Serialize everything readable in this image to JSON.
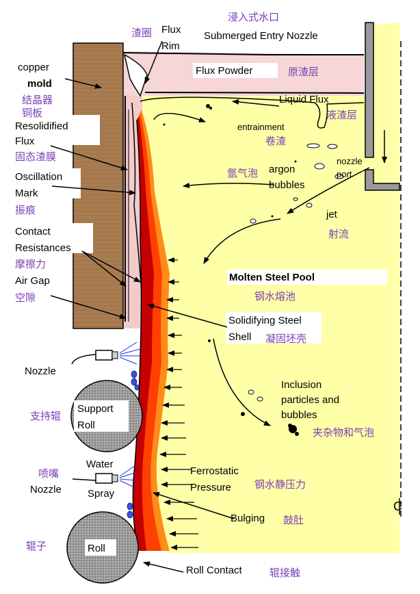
{
  "colors": {
    "pool": "#ffffa8",
    "copper": "#a97c50",
    "flux_pink": "#f6d6d6",
    "shell_dark": "#c40000",
    "shell_mid": "#ff4000",
    "shell_light": "#ff8c1a",
    "chinese_text": "#7a3fb5",
    "spray": "#2233dd",
    "roll": "#8a8a8a"
  },
  "labels": {
    "nozzle_top_zh": "浸入式水口",
    "nozzle_top_en": "Submerged Entry Nozzle",
    "flux_rim_zh": "渣圈",
    "flux_rim_en_1": "Flux",
    "flux_rim_en_2": "Rim",
    "flux_powder_en": "Flux Powder",
    "flux_powder_zh": "原渣层",
    "liquid_flux_en": "Liquid Flux",
    "liquid_flux_zh": "液渣层",
    "copper_en": "copper",
    "mold_en": "mold",
    "mold_zh_1": "结晶器",
    "mold_zh_2": "铜板",
    "resolidified_en_1": "Resolidified",
    "resolidified_en_2": "Flux",
    "resolidified_zh": "固态渣膜",
    "entrainment_en": "entrainment",
    "entrainment_zh": "卷渣",
    "oscillation_en_1": "Oscillation",
    "oscillation_en_2": "Mark",
    "oscillation_zh": "振痕",
    "argon_zh": "氩气泡",
    "argon_en_1": "argon",
    "argon_en_2": "bubbles",
    "nozzle_port_en_1": "nozzle",
    "nozzle_port_en_2": "port",
    "jet_en": "jet",
    "jet_zh": "射流",
    "contact_en_1": "Contact",
    "contact_en_2": "Resistances",
    "contact_zh": "摩擦力",
    "airgap_en": "Air Gap",
    "airgap_zh": "空隙",
    "pool_en": "Molten Steel Pool",
    "pool_zh": "钢水熔池",
    "shell_en_1": "Solidifying Steel",
    "shell_en_2": "Shell",
    "shell_zh": "凝固坯壳",
    "nozzle_left_en": "Nozzle",
    "support_zh": "支持辊",
    "support_en_1": "Support",
    "support_en_2": "Roll",
    "inclusion_en_1": "Inclusion",
    "inclusion_en_2": "particles and",
    "inclusion_en_3": "bubbles",
    "inclusion_zh": "夹杂物和气泡",
    "water_en": "Water",
    "spray_en": "Spray",
    "spray_nozzle_zh": "喷嘴",
    "spray_nozzle_en": "Nozzle",
    "ferro_en_1": "Ferrostatic",
    "ferro_en_2": "Pressure",
    "ferro_zh": "钢水静压力",
    "bulging_en": "Bulging",
    "bulging_zh": "鼓肚",
    "roll_zh": "辊子",
    "roll_en": "Roll",
    "roll_contact_en": "Roll Contact",
    "roll_contact_zh": "辊接触",
    "centerline": "C"
  }
}
